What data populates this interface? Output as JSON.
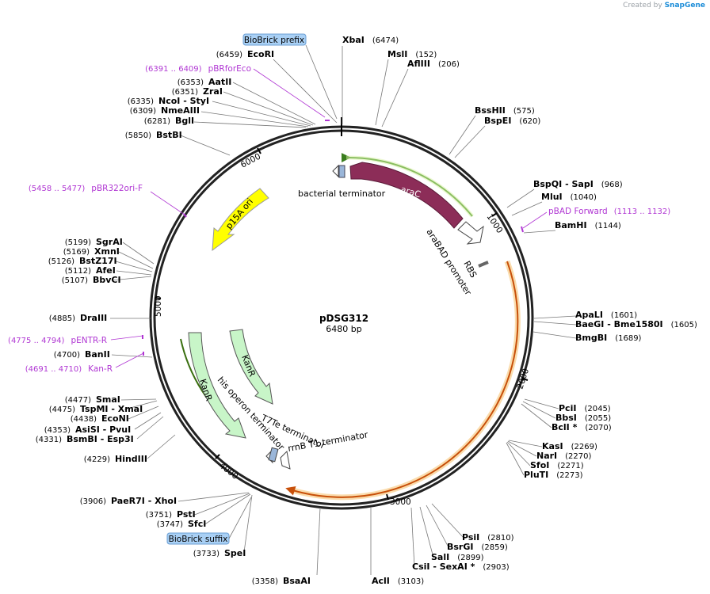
{
  "credit": {
    "prefix": "Created by",
    "brand": "SnapGene"
  },
  "plasmid": {
    "name": "pDSG312",
    "size_label": "6480 bp",
    "length": 6480
  },
  "ticks": [
    "1000",
    "2000",
    "3000",
    "4000",
    "5000",
    "6000"
  ],
  "features": [
    {
      "name": "araC",
      "label": "araC",
      "color": "#8c2d58",
      "label_color": "#ffffff"
    },
    {
      "name": "arabad-promoter",
      "label": "araBAD promoter",
      "color": "#ffffff"
    },
    {
      "name": "rbs",
      "label": "RBS",
      "color": "#888888"
    },
    {
      "name": "p15a-ori",
      "label": "p15A ori",
      "color": "#ffff00"
    },
    {
      "name": "kanr-1",
      "label": "KanR",
      "color": "#c8f5c8"
    },
    {
      "name": "kanr-2",
      "label": "KanR",
      "color": "#c8f5c8"
    },
    {
      "name": "bacterial-terminator",
      "label": "bacterial terminator",
      "color": "#9ab6d9"
    },
    {
      "name": "his-operon-terminator",
      "label": "his operon terminator",
      "color": "#ffffff"
    },
    {
      "name": "t7te-terminator",
      "label": "T7Te terminator",
      "color": "#ffffff"
    },
    {
      "name": "rrnb-t1-terminator",
      "label": "rrnB T1 terminator",
      "color": "#ffffff"
    }
  ],
  "badges": [
    {
      "text": "BioBrick prefix"
    },
    {
      "text": "BioBrick suffix"
    }
  ],
  "sites": [
    {
      "name": "XbaI",
      "pos": "(6474)"
    },
    {
      "name": "MslI",
      "pos": "(152)"
    },
    {
      "name": "AflIII",
      "pos": "(206)"
    },
    {
      "name": "BssHII",
      "pos": "(575)"
    },
    {
      "name": "BspEI",
      "pos": "(620)"
    },
    {
      "name": "BspQI",
      "extra": "SapI",
      "pos": "(968)"
    },
    {
      "name": "MluI",
      "pos": "(1040)"
    },
    {
      "name": "BamHI",
      "pos": "(1144)"
    },
    {
      "name": "ApaLI",
      "pos": "(1601)"
    },
    {
      "name": "BaeGI",
      "extra": "Bme1580I",
      "pos": "(1605)"
    },
    {
      "name": "BmgBI",
      "pos": "(1689)"
    },
    {
      "name": "PciI",
      "pos": "(2045)"
    },
    {
      "name": "BbsI",
      "pos": "(2055)"
    },
    {
      "name": "BclI *",
      "pos": "(2070)"
    },
    {
      "name": "KasI",
      "pos": "(2269)"
    },
    {
      "name": "NarI",
      "pos": "(2270)"
    },
    {
      "name": "SfoI",
      "pos": "(2271)"
    },
    {
      "name": "PluTI",
      "pos": "(2273)"
    },
    {
      "name": "PsiI",
      "pos": "(2810)"
    },
    {
      "name": "BsrGI",
      "pos": "(2859)"
    },
    {
      "name": "SalI",
      "pos": "(2899)"
    },
    {
      "name": "CsiI",
      "extra": "SexAI *",
      "pos": "(2903)"
    },
    {
      "name": "AclI",
      "pos": "(3103)"
    },
    {
      "name": "BsaAI",
      "pos": "(3358)"
    },
    {
      "name": "SpeI",
      "pos": "(3733)"
    },
    {
      "name": "SfcI",
      "pos": "(3747)"
    },
    {
      "name": "PstI",
      "pos": "(3751)"
    },
    {
      "name": "PaeR7I",
      "extra": "XhoI",
      "pos": "(3906)"
    },
    {
      "name": "HindIII",
      "pos": "(4229)"
    },
    {
      "name": "BsmBI",
      "extra": "Esp3I",
      "pos": "(4331)"
    },
    {
      "name": "AsiSI",
      "extra": "PvuI",
      "pos": "(4353)"
    },
    {
      "name": "EcoNI",
      "pos": "(4438)"
    },
    {
      "name": "TspMI",
      "extra": "XmaI",
      "pos": "(4475)"
    },
    {
      "name": "SmaI",
      "pos": "(4477)"
    },
    {
      "name": "BanII",
      "pos": "(4700)"
    },
    {
      "name": "DraIII",
      "pos": "(4885)"
    },
    {
      "name": "BbvCI",
      "pos": "(5107)"
    },
    {
      "name": "AfeI",
      "pos": "(5112)"
    },
    {
      "name": "BstZ17I",
      "pos": "(5126)"
    },
    {
      "name": "XmnI",
      "pos": "(5169)"
    },
    {
      "name": "SgrAI",
      "pos": "(5199)"
    },
    {
      "name": "BstBI",
      "pos": "(5850)"
    },
    {
      "name": "BglI",
      "pos": "(6281)"
    },
    {
      "name": "NmeAIII",
      "pos": "(6309)"
    },
    {
      "name": "NcoI",
      "extra": "StyI",
      "pos": "(6335)"
    },
    {
      "name": "ZraI",
      "pos": "(6351)"
    },
    {
      "name": "AatII",
      "pos": "(6353)"
    },
    {
      "name": "EcoRI",
      "pos": "(6459)"
    }
  ],
  "primers": [
    {
      "name": "pBRforEco",
      "pos": "(6391 .. 6409)"
    },
    {
      "name": "pBAD Forward",
      "pos": "(1113 .. 1132)"
    },
    {
      "name": "pBR322ori-F",
      "pos": "(5458 .. 5477)"
    },
    {
      "name": "pENTR-R",
      "pos": "(4775 .. 4794)"
    },
    {
      "name": "Kan-R",
      "pos": "(4691 .. 4710)"
    }
  ]
}
